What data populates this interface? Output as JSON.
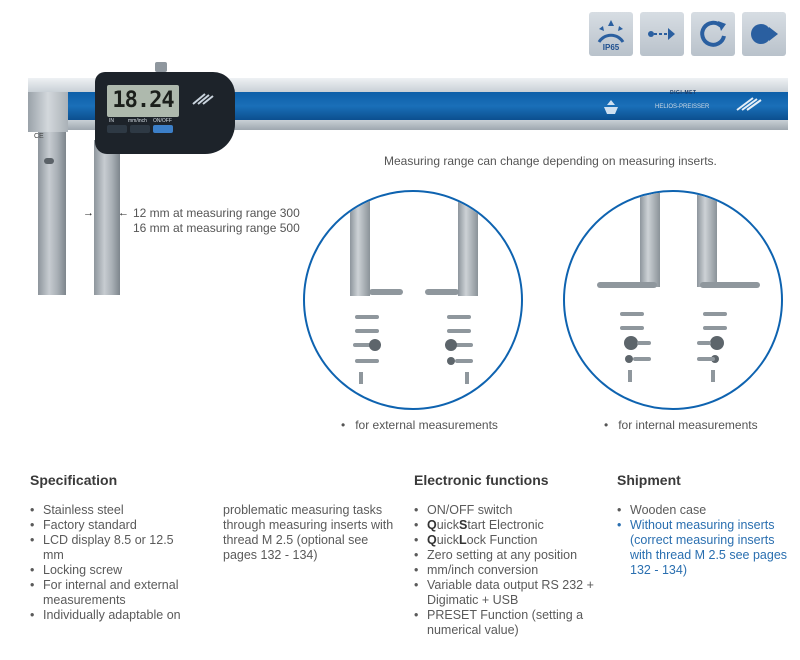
{
  "feature_icons": [
    {
      "name": "ip65-icon",
      "label": "IP65"
    },
    {
      "name": "data-transfer-icon",
      "label": ""
    },
    {
      "name": "rotation-icon",
      "label": ""
    },
    {
      "name": "data-output-icon",
      "label": ""
    }
  ],
  "caliper": {
    "display_value": "18.24",
    "buttons": [
      "IN",
      "mm/inch",
      "ON/OFF"
    ],
    "bar_brand": "DIGI-MET",
    "bar_brand_sub": "HELIOS-PREISSER",
    "jaw_markings": [
      "CE"
    ]
  },
  "range_note": "Measuring range can change depending on measuring inserts.",
  "thickness_note": {
    "line1": "12 mm at measuring range 300",
    "line2": "16 mm at measuring range 500"
  },
  "inserts": {
    "external_caption": "for external measurements",
    "internal_caption": "for internal measurements"
  },
  "specification": {
    "title": "Specification",
    "items": [
      "Stainless steel",
      "Factory standard",
      "LCD display 8.5 or 12.5 mm",
      "Locking screw",
      "For internal and external measurements",
      "Individually adaptable on"
    ],
    "continuation": "problematic measuring tasks through measuring inserts with thread M 2.5 (optional see pages 132 - 134)"
  },
  "electronic": {
    "title": "Electronic functions",
    "items": [
      {
        "bold": "",
        "rest": "ON/OFF switch"
      },
      {
        "bold": "Q",
        "rest": "uick"
      },
      {
        "bold": "Q",
        "rest": "uick"
      },
      {
        "bold": "",
        "rest": "Zero setting at any position"
      },
      {
        "bold": "",
        "rest": "mm/inch conversion"
      },
      {
        "bold": "",
        "rest": "Variable data output RS 232 + Digimatic + USB"
      },
      {
        "bold": "",
        "rest": "PRESET Function (setting a numerical value)"
      }
    ],
    "quickstart": {
      "q": "Q",
      "uick": "uick",
      "s": "S",
      "tail": "tart Electronic"
    },
    "quicklock": {
      "q": "Q",
      "uick": "uick",
      "l": "L",
      "tail": "ock Function"
    }
  },
  "shipment": {
    "title": "Shipment",
    "items": [
      "Wooden case",
      "Without measuring inserts (correct measuring inserts with thread M 2.5 see pages 132 - 134)"
    ]
  },
  "colors": {
    "accent_blue": "#0e63b0",
    "link_blue": "#2a6fb0",
    "text_gray": "#5a5a5a"
  }
}
